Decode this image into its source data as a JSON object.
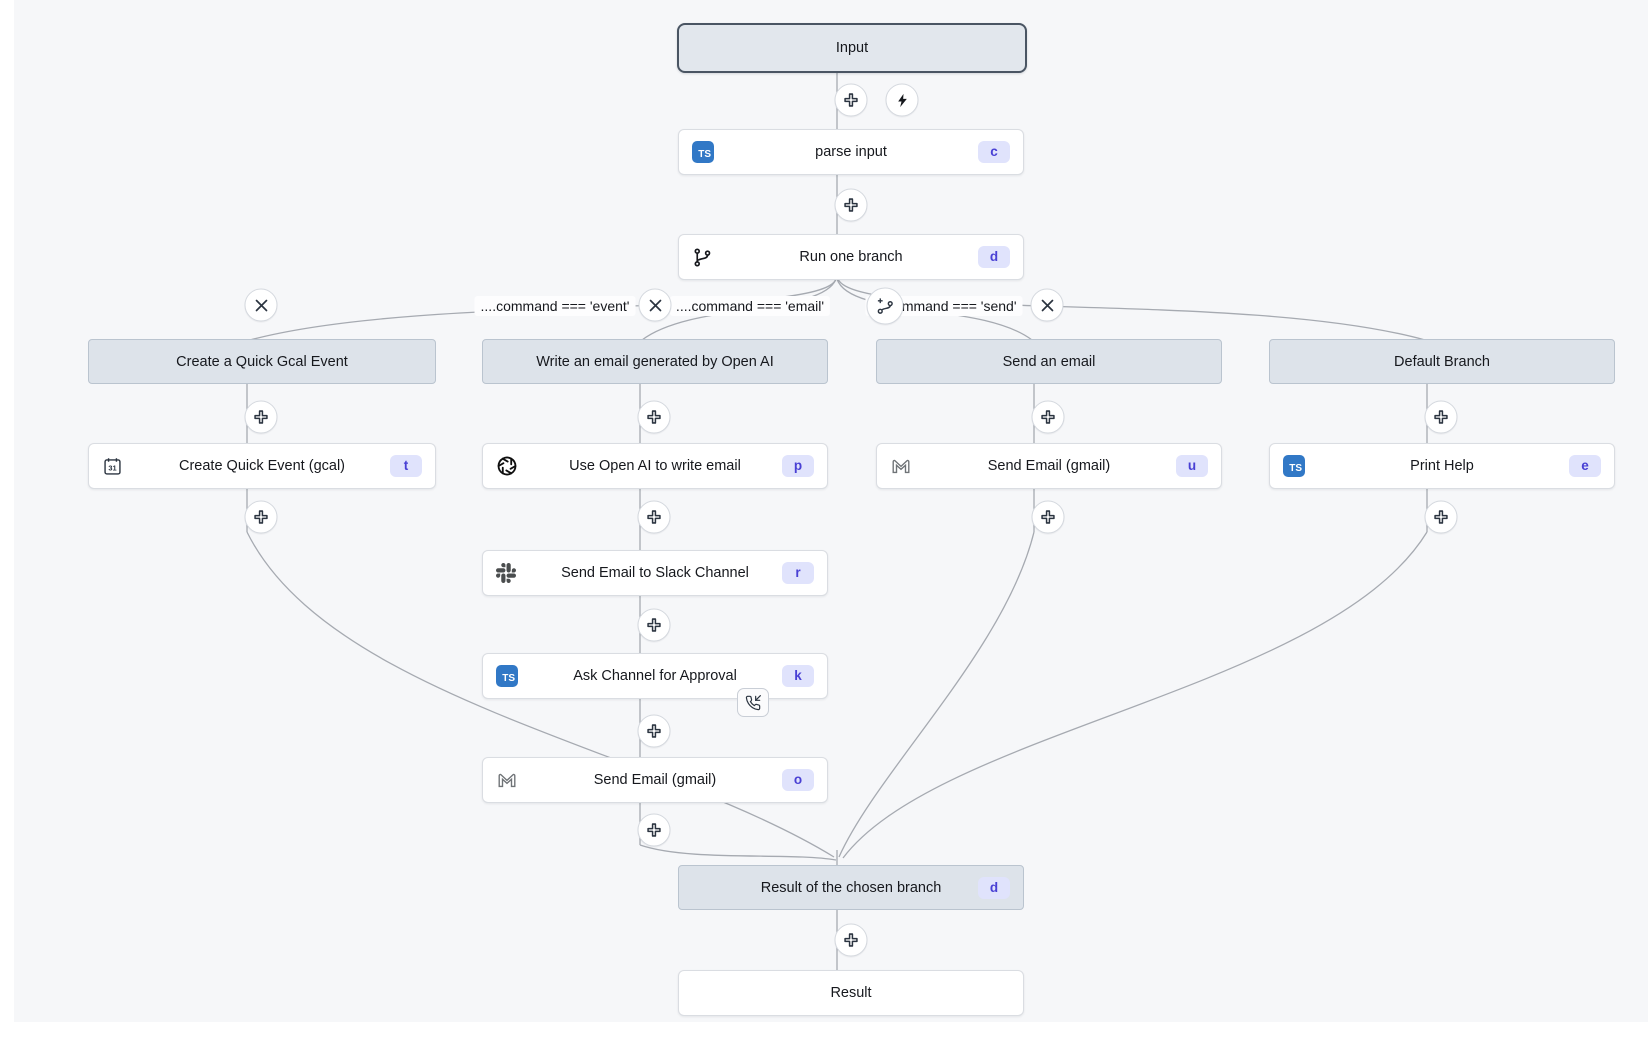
{
  "canvas": {
    "background": "#f6f7f9",
    "edge_color": "#a6aab1",
    "header_bg": "#dde3ea",
    "badge_bg": "#e0e3fc",
    "badge_text_color": "#4940d4",
    "typescript_blue": "#3178c6"
  },
  "nodes": {
    "input": {
      "label": "Input"
    },
    "parse_input": {
      "label": "parse input",
      "badge": "c",
      "icon": "typescript-icon"
    },
    "run_one_branch": {
      "label": "Run one branch",
      "badge": "d",
      "icon": "git-branch-icon"
    },
    "result_chosen": {
      "label": "Result of the chosen branch",
      "badge": "d"
    },
    "result": {
      "label": "Result"
    }
  },
  "conditions": [
    {
      "text": "....command === 'event'"
    },
    {
      "text": "....command === 'email'"
    },
    {
      "text": "....command === 'send'"
    }
  ],
  "branches": [
    {
      "header": "Create a Quick Gcal Event",
      "steps": [
        {
          "label": "Create Quick Event (gcal)",
          "badge": "t",
          "icon": "calendar-icon"
        }
      ]
    },
    {
      "header": "Write an email generated by Open AI",
      "steps": [
        {
          "label": "Use Open AI to write email",
          "badge": "p",
          "icon": "openai-logo-icon"
        },
        {
          "label": "Send Email to Slack Channel",
          "badge": "r",
          "icon": "slack-logo-icon"
        },
        {
          "label": "Ask Channel for Approval",
          "badge": "k",
          "icon": "typescript-icon",
          "attachment": "phone-incoming-icon"
        },
        {
          "label": "Send Email (gmail)",
          "badge": "o",
          "icon": "gmail-icon"
        }
      ]
    },
    {
      "header": "Send an email",
      "steps": [
        {
          "label": "Send Email (gmail)",
          "badge": "u",
          "icon": "gmail-icon"
        }
      ]
    },
    {
      "header": "Default Branch",
      "steps": [
        {
          "label": "Print Help",
          "badge": "e",
          "icon": "typescript-icon"
        }
      ]
    }
  ]
}
